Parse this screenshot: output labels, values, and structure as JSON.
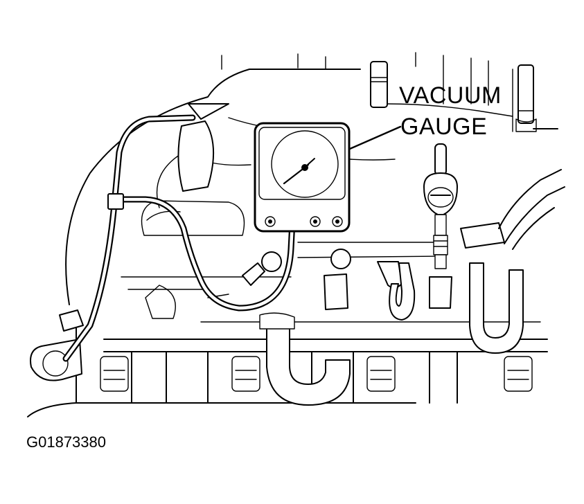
{
  "labels": {
    "line1": "VACUUM",
    "line2": "GAUGE"
  },
  "figure_id": "G01873380",
  "colors": {
    "ink": "#000000",
    "paper": "#ffffff"
  }
}
